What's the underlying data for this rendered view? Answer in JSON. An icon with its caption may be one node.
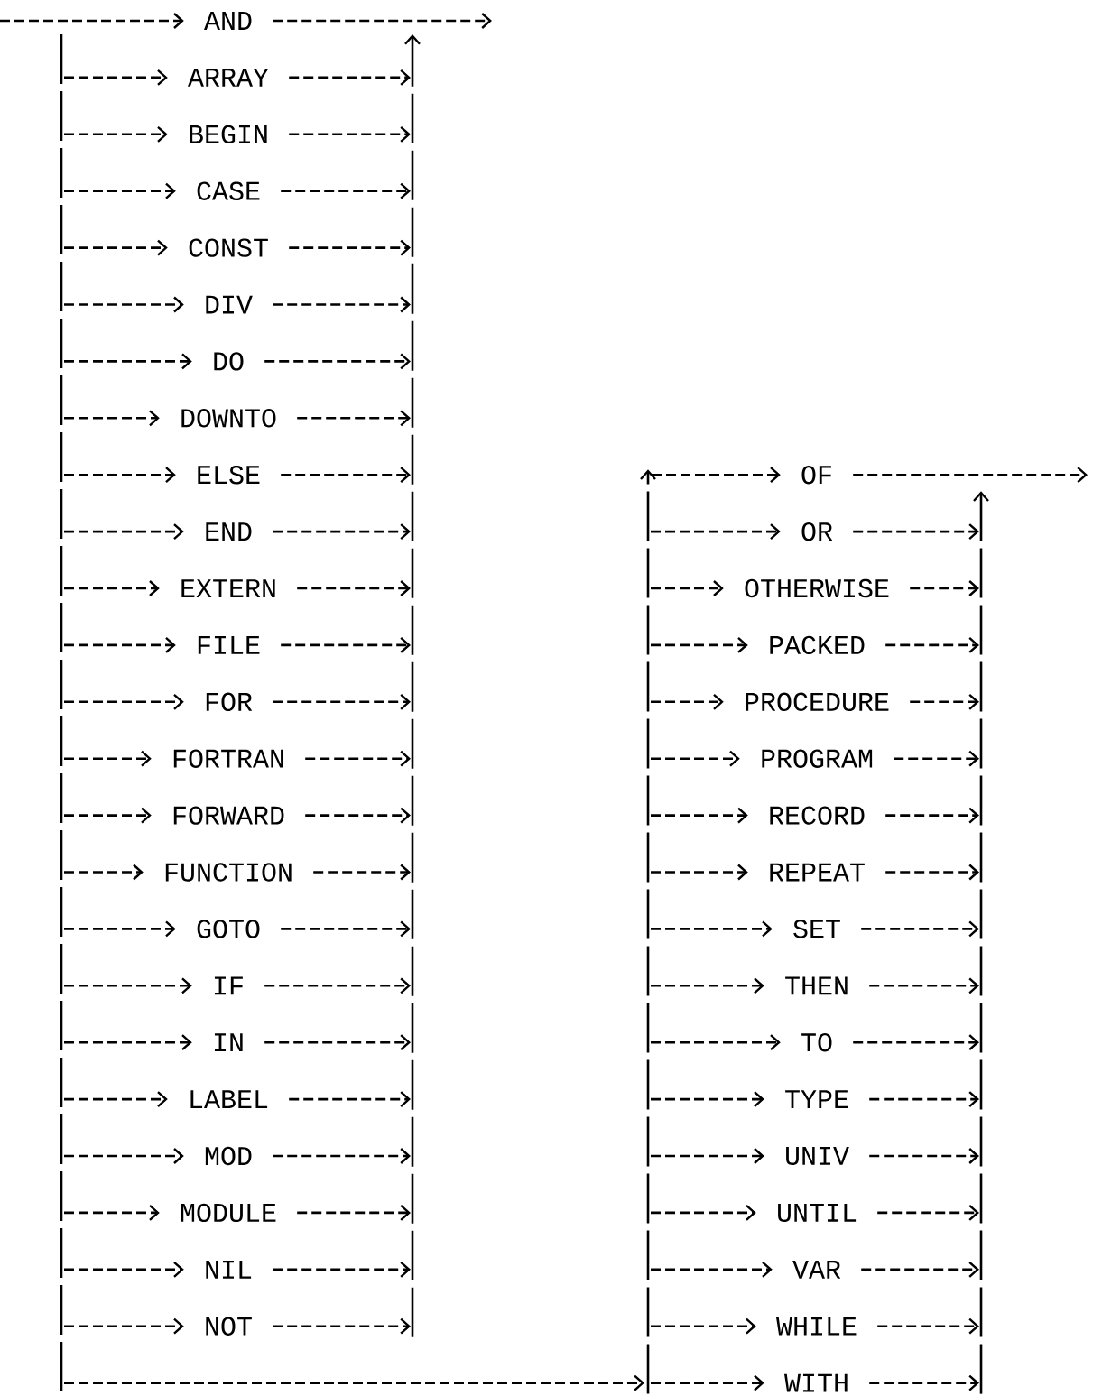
{
  "diagram": {
    "nodes": [
      {
        "text": [
          "AND"
        ]
      },
      {
        "text": [
          "ARRAY"
        ]
      },
      {
        "text": [
          "BEGIN"
        ]
      },
      {
        "text": [
          "CASE"
        ]
      },
      {
        "text": [
          "CONST"
        ]
      },
      {
        "text": [
          "DIV"
        ]
      },
      {
        "text": [
          "DO"
        ]
      },
      {
        "text": [
          "DOWNTO"
        ]
      },
      {
        "text": [
          "ELSE"
        ]
      },
      {
        "text": [
          "END"
        ]
      },
      {
        "text": [
          "EXTERN"
        ]
      },
      {
        "text": [
          "FILE"
        ]
      },
      {
        "text": [
          "FOR"
        ]
      },
      {
        "text": [
          "FORTRAN"
        ]
      },
      {
        "text": [
          "FORWARD"
        ]
      },
      {
        "text": [
          "FUNCTION"
        ]
      },
      {
        "text": [
          "GOTO"
        ]
      },
      {
        "text": [
          "IF"
        ]
      },
      {
        "text": [
          "IN"
        ]
      },
      {
        "text": [
          "LABEL"
        ]
      },
      {
        "text": [
          "MOD"
        ]
      },
      {
        "text": [
          "MODULE"
        ]
      },
      {
        "text": [
          "NIL"
        ]
      },
      {
        "text": [
          "NOT"
        ]
      },
      {
        "text": [
          "OF"
        ]
      },
      {
        "text": [
          "OR"
        ]
      },
      {
        "text": [
          "OTHERWISE"
        ]
      },
      {
        "text": [
          "PACKED"
        ]
      },
      {
        "text": [
          "PROCEDURE"
        ]
      },
      {
        "text": [
          "PROGRAM"
        ]
      },
      {
        "text": [
          "RECORD"
        ]
      },
      {
        "text": [
          "REPEAT"
        ]
      },
      {
        "text": [
          "SET"
        ]
      },
      {
        "text": [
          "THEN"
        ]
      },
      {
        "text": [
          "TO"
        ]
      },
      {
        "text": [
          "TYPE"
        ]
      },
      {
        "text": [
          "UNIV"
        ]
      },
      {
        "text": [
          "UNTIL"
        ]
      },
      {
        "text": [
          "VAR"
        ]
      },
      {
        "text": [
          "WHILE"
        ]
      },
      {
        "text": [
          "WITH"
        ]
      }
    ],
    "edges": [
      {
        "from": null,
        "to": 0,
        "arrow": "to"
      },
      {
        "from": 0,
        "to": null,
        "arrow": "to"
      },
      {
        "from": null,
        "to": 1,
        "arrow": "to"
      },
      {
        "from": 1,
        "to": null,
        "arrow": "to"
      },
      {
        "from": null,
        "to": 2,
        "arrow": "to"
      },
      {
        "from": 2,
        "to": null,
        "arrow": "to"
      },
      {
        "from": null,
        "to": 3,
        "arrow": "to"
      },
      {
        "from": 3,
        "to": null,
        "arrow": "to"
      },
      {
        "from": null,
        "to": 4,
        "arrow": "to"
      },
      {
        "from": 4,
        "to": null,
        "arrow": "to"
      },
      {
        "from": null,
        "to": 5,
        "arrow": "to"
      },
      {
        "from": 5,
        "to": null,
        "arrow": "to"
      },
      {
        "from": null,
        "to": 6,
        "arrow": "to"
      },
      {
        "from": 6,
        "to": null,
        "arrow": "to"
      },
      {
        "from": null,
        "to": 7,
        "arrow": "to"
      },
      {
        "from": 7,
        "to": null,
        "arrow": "to"
      },
      {
        "from": null,
        "to": 8,
        "arrow": "to"
      },
      {
        "from": 8,
        "to": null,
        "arrow": "to"
      },
      {
        "from": null,
        "to": 9,
        "arrow": "to"
      },
      {
        "from": 9,
        "to": null,
        "arrow": "to"
      },
      {
        "from": null,
        "to": 10,
        "arrow": "to"
      },
      {
        "from": 10,
        "to": null,
        "arrow": "to"
      },
      {
        "from": null,
        "to": 11,
        "arrow": "to"
      },
      {
        "from": 11,
        "to": null,
        "arrow": "to"
      },
      {
        "from": null,
        "to": 12,
        "arrow": "to"
      },
      {
        "from": 12,
        "to": null,
        "arrow": "to"
      },
      {
        "from": null,
        "to": 13,
        "arrow": "to"
      },
      {
        "from": 13,
        "to": null,
        "arrow": "to"
      },
      {
        "from": null,
        "to": 14,
        "arrow": "to"
      },
      {
        "from": 14,
        "to": null,
        "arrow": "to"
      },
      {
        "from": null,
        "to": 15,
        "arrow": "to"
      },
      {
        "from": 15,
        "to": null,
        "arrow": "to"
      },
      {
        "from": null,
        "to": 16,
        "arrow": "to"
      },
      {
        "from": 16,
        "to": null,
        "arrow": "to"
      },
      {
        "from": null,
        "to": 17,
        "arrow": "to"
      },
      {
        "from": 17,
        "to": null,
        "arrow": "to"
      },
      {
        "from": null,
        "to": 18,
        "arrow": "to"
      },
      {
        "from": 18,
        "to": null,
        "arrow": "to"
      },
      {
        "from": null,
        "to": 19,
        "arrow": "to"
      },
      {
        "from": 19,
        "to": null,
        "arrow": "to"
      },
      {
        "from": null,
        "to": 20,
        "arrow": "to"
      },
      {
        "from": 20,
        "to": null,
        "arrow": "to"
      },
      {
        "from": null,
        "to": 21,
        "arrow": "to"
      },
      {
        "from": 21,
        "to": null,
        "arrow": "to"
      },
      {
        "from": null,
        "to": 22,
        "arrow": "to"
      },
      {
        "from": 22,
        "to": null,
        "arrow": "to"
      },
      {
        "from": null,
        "to": 23,
        "arrow": "to"
      },
      {
        "from": 23,
        "to": null,
        "arrow": "to"
      },
      {
        "from": null,
        "to": 24,
        "arrow": "to"
      },
      {
        "from": 24,
        "to": null,
        "arrow": "to"
      },
      {
        "from": null,
        "to": 25,
        "arrow": "to"
      },
      {
        "from": 25,
        "to": null,
        "arrow": "to"
      },
      {
        "from": null,
        "to": 26,
        "arrow": "to"
      },
      {
        "from": 26,
        "to": null,
        "arrow": "to"
      },
      {
        "from": null,
        "to": 27,
        "arrow": "to"
      },
      {
        "from": 27,
        "to": null,
        "arrow": "to"
      },
      {
        "from": null,
        "to": 28,
        "arrow": "to"
      },
      {
        "from": 28,
        "to": null,
        "arrow": "to"
      },
      {
        "from": null,
        "to": 29,
        "arrow": "to"
      },
      {
        "from": 29,
        "to": null,
        "arrow": "to"
      },
      {
        "from": null,
        "to": 30,
        "arrow": "to"
      },
      {
        "from": 30,
        "to": null,
        "arrow": "to"
      },
      {
        "from": null,
        "to": 31,
        "arrow": "to"
      },
      {
        "from": 31,
        "to": null,
        "arrow": "to"
      },
      {
        "from": null,
        "to": 32,
        "arrow": "to"
      },
      {
        "from": 32,
        "to": null,
        "arrow": "to"
      },
      {
        "from": null,
        "to": 33,
        "arrow": "to"
      },
      {
        "from": 33,
        "to": null,
        "arrow": "to"
      },
      {
        "from": null,
        "to": 34,
        "arrow": "to"
      },
      {
        "from": 34,
        "to": null,
        "arrow": "to"
      },
      {
        "from": null,
        "to": 35,
        "arrow": "to"
      },
      {
        "from": 35,
        "to": null,
        "arrow": "to"
      },
      {
        "from": null,
        "to": 36,
        "arrow": "to"
      },
      {
        "from": 36,
        "to": null,
        "arrow": "to"
      },
      {
        "from": null,
        "to": 37,
        "arrow": "to"
      },
      {
        "from": 37,
        "to": null,
        "arrow": "to"
      },
      {
        "from": null,
        "to": 38,
        "arrow": "to"
      },
      {
        "from": 38,
        "to": null,
        "arrow": "to"
      },
      {
        "from": null,
        "to": 39,
        "arrow": "to"
      },
      {
        "from": 39,
        "to": null,
        "arrow": "to"
      },
      {
        "from": null,
        "to": 40,
        "arrow": "to"
      },
      {
        "from": 40,
        "to": null,
        "arrow": "to"
      }
    ]
  }
}
